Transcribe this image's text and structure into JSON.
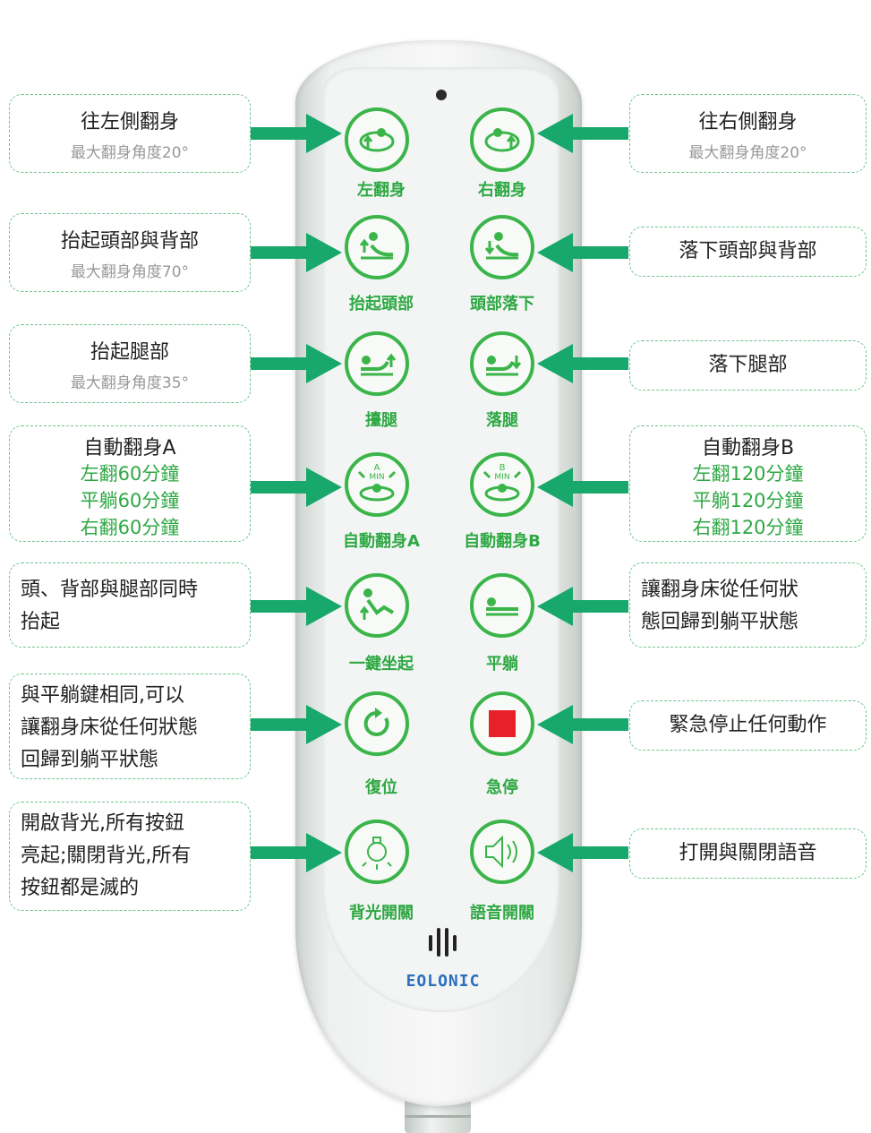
{
  "buttons": {
    "turn_left": "左翻身",
    "turn_right": "右翻身",
    "raise_head": "抬起頭部",
    "lower_head": "頭部落下",
    "raise_leg": "擡腿",
    "lower_leg": "落腿",
    "auto_a": "自動翻身A",
    "auto_b": "自動翻身B",
    "one_key_sit": "一鍵坐起",
    "flat": "平躺",
    "reset": "復位",
    "stop": "急停",
    "backlight": "背光開關",
    "voice": "語音開關",
    "auto_a_letter": "A",
    "auto_b_letter": "B",
    "min_text": "MIN"
  },
  "logo": "EOLONIC",
  "callouts": {
    "turn_left": {
      "title": "往左側翻身",
      "sub": "最大翻身角度20°"
    },
    "turn_right": {
      "title": "往右側翻身",
      "sub": "最大翻身角度20°"
    },
    "raise_head": {
      "title": "抬起頭部與背部",
      "sub": "最大翻身角度70°"
    },
    "lower_head": {
      "title": "落下頭部與背部"
    },
    "raise_leg": {
      "title": "抬起腿部",
      "sub": "最大翻身角度35°"
    },
    "lower_leg": {
      "title": "落下腿部"
    },
    "auto_a": {
      "title": "自動翻身A",
      "lines": [
        "左翻60分鐘",
        "平躺60分鐘",
        "右翻60分鐘"
      ]
    },
    "auto_b": {
      "title": "自動翻身B",
      "lines": [
        "左翻120分鐘",
        "平躺120分鐘",
        "右翻120分鐘"
      ]
    },
    "one_key_sit": {
      "lines": [
        "頭、背部與腿部同時",
        "抬起"
      ]
    },
    "flat": {
      "lines": [
        "讓翻身床從任何狀",
        "態回歸到躺平狀態"
      ]
    },
    "reset": {
      "lines": [
        "與平躺鍵相同,可以",
        "讓翻身床從任何狀態",
        "回歸到躺平狀態"
      ]
    },
    "stop": {
      "title": "緊急停止任何動作"
    },
    "backlight": {
      "lines": [
        "開啟背光,所有按鈕",
        "亮起;關閉背光,所有",
        "按鈕都是滅的"
      ]
    },
    "voice": {
      "title": "打開與關閉語音"
    }
  },
  "colors": {
    "accent": "#3bb54a",
    "arrow": "#18a86b",
    "stop": "#e8202a",
    "logo": "#2c6fbd"
  }
}
